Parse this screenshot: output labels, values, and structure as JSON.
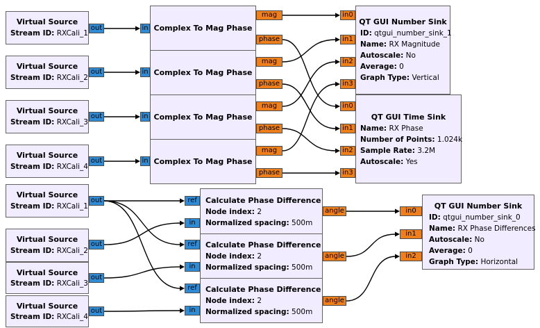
{
  "colors": {
    "block_fill": "#f1ecff",
    "complex_port": "#2e8bd6",
    "float_port": "#ef7f1a"
  },
  "labels": {
    "virtual_source": "Virtual Source",
    "stream_id": "Stream ID:",
    "c2mp": "Complex To Mag Phase",
    "calc": "Calculate Phase Difference",
    "node_index": "Node index:",
    "norm_spacing": "Normalized spacing:",
    "qt_num_sink": "QT GUI Number Sink",
    "qt_time_sink": "QT GUI Time Sink",
    "id": "ID:",
    "name": "Name:",
    "autoscale": "Autoscale:",
    "average": "Average:",
    "graph_type": "Graph Type:",
    "num_points": "Number of Points:",
    "sample_rate": "Sample Rate:"
  },
  "ports": {
    "out": "out",
    "in": "in",
    "mag": "mag",
    "phase": "phase",
    "ref": "ref",
    "angle": "angle",
    "in0": "in0",
    "in1": "in1",
    "in2": "in2",
    "in3": "in3"
  },
  "sources": [
    {
      "stream_id": "RXCali_1"
    },
    {
      "stream_id": "RXCali_2"
    },
    {
      "stream_id": "RXCali_3"
    },
    {
      "stream_id": "RXCali_4"
    },
    {
      "stream_id": "RXCali_1"
    },
    {
      "stream_id": "RXCali_2"
    },
    {
      "stream_id": "RXCali_3"
    },
    {
      "stream_id": "RXCali_4"
    }
  ],
  "calc_blocks": [
    {
      "node_index": "2",
      "spacing": "500m"
    },
    {
      "node_index": "2",
      "spacing": "500m"
    },
    {
      "node_index": "2",
      "spacing": "500m"
    }
  ],
  "number_sink_1": {
    "id": "qtgui_number_sink_1",
    "name": "RX Magnitude",
    "autoscale": "No",
    "average": "0",
    "graph_type": "Vertical"
  },
  "time_sink": {
    "name": "RX Phase",
    "num_points": "1.024k",
    "sample_rate": "3.2M",
    "autoscale": "Yes"
  },
  "number_sink_0": {
    "id": "qtgui_number_sink_0",
    "name": "RX Phase Differences",
    "autoscale": "No",
    "average": "0",
    "graph_type": "Horizontal"
  }
}
